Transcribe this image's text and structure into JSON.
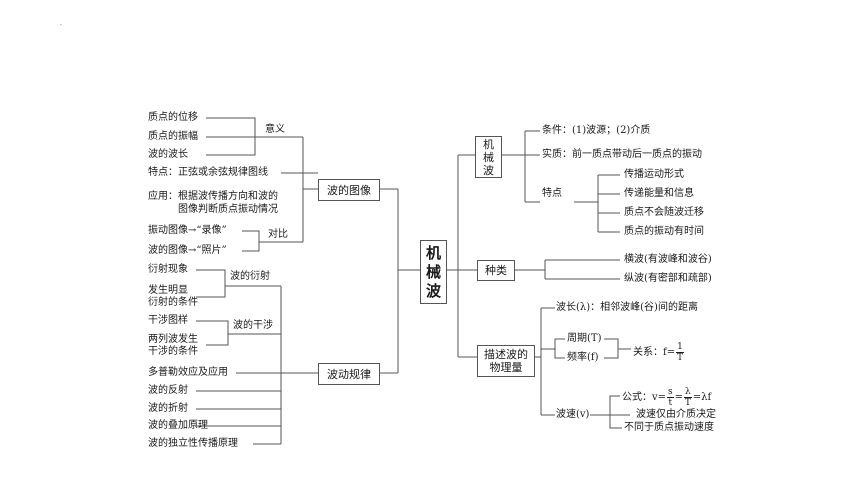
{
  "center": "机械波",
  "mid_boxes": {
    "image": "波的图像",
    "law": "波动规律",
    "mech": "机械波",
    "kind": "种类",
    "desc_line1": "描述波的",
    "desc_line2": "物理量"
  },
  "left": {
    "meaning": "意义",
    "compare": "对比",
    "diffraction": "波的衍射",
    "interference": "波的干涉",
    "items": {
      "pos": "质点的位移",
      "amp": "质点的振幅",
      "wavelen": "波的波长",
      "feature": "特点：正弦或余弦规律图线",
      "app1": "应用：根据波传播方向和波的",
      "app2": "图像判断质点振动情况",
      "vib": "振动图像→“录像”",
      "wave": "波的图像→“照片”",
      "diff_phen": "衍射现象",
      "diff_cond1": "发生明显",
      "diff_cond2": "衍射的条件",
      "int_pattern": "干涉图样",
      "int_cond1": "两列波发生",
      "int_cond2": "干涉的条件",
      "doppler": "多普勒效应及应用",
      "reflect": "波的反射",
      "refract": "波的折射",
      "superpose": "波的叠加原理",
      "independent": "波的独立性传播原理"
    }
  },
  "right": {
    "condition": "条件：(1)波源；(2)介质",
    "essence": "实质：前一质点带动后一质点的振动",
    "feature": "特点",
    "f1": "传播运动形式",
    "f2": "传递能量和信息",
    "f3": "质点不会随波迁移",
    "f4": "质点的振动有时间",
    "trans": "横波(有波峰和波谷)",
    "long": "纵波(有密部和疏部)",
    "wavelen": "波长(λ)：相邻波峰(谷)间的距离",
    "period": "周期(T)",
    "freq": "频率(f)",
    "relation": "关系：f=",
    "rel_num": "1",
    "rel_den": "T",
    "speed": "波速(v)",
    "formula_pre": "公式：v=",
    "fx_num": "s",
    "fx_den": "t",
    "fy_num": "λ",
    "fy_den": "T",
    "fz": "=λf",
    "eq": "=",
    "s1": "波速仅由介质决定",
    "s2": "不同于质点振动速度"
  }
}
